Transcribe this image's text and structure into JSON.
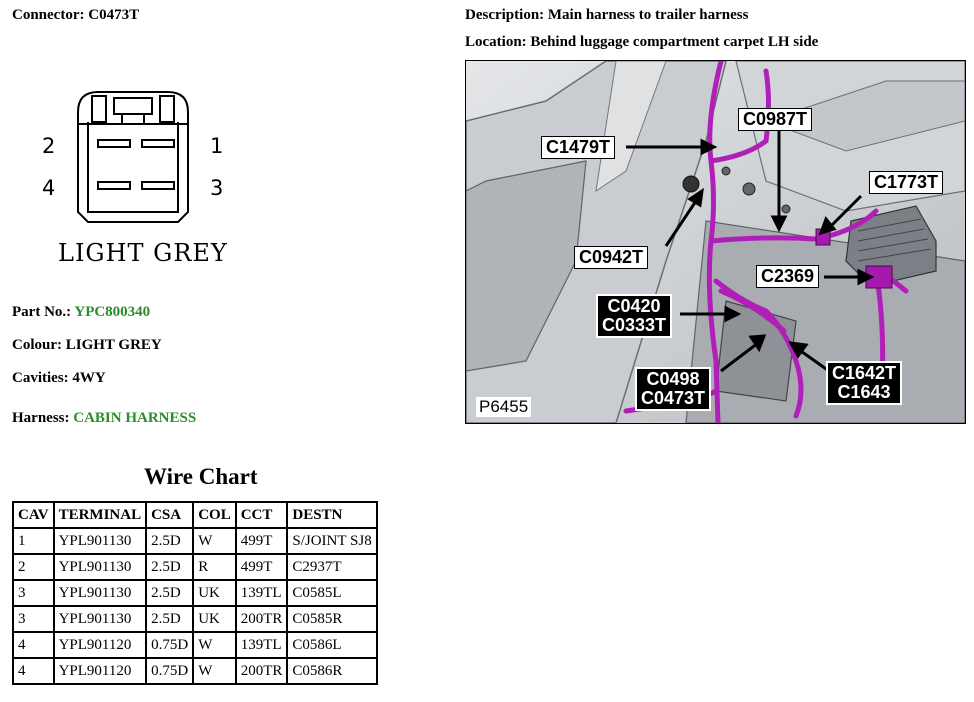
{
  "header": {
    "connector_label": "Connector: C0473T",
    "description_label": "Description: Main harness to trailer harness",
    "location_label": "Location: Behind luggage compartment carpet LH side"
  },
  "connector": {
    "cavities": [
      "1",
      "2",
      "3",
      "4"
    ],
    "colour_text": "LIGHT GREY"
  },
  "details": {
    "part_no_key": "Part No.:",
    "part_no_value": "YPC800340",
    "colour_key": "Colour:",
    "colour_value": "LIGHT GREY",
    "cavities_key": "Cavities:",
    "cavities_value": "4WY",
    "harness_key": "Harness:",
    "harness_value": "CABIN HARNESS",
    "highlight_color": "#2a8c2a"
  },
  "wire_chart": {
    "title": "Wire Chart",
    "headers": [
      "CAV",
      "TERMINAL",
      "CSA",
      "COL",
      "CCT",
      "DESTN"
    ],
    "rows": [
      [
        "1",
        "YPL901130",
        "2.5D",
        "W",
        "499T",
        "S/JOINT SJ8"
      ],
      [
        "2",
        "YPL901130",
        "2.5D",
        "R",
        "499T",
        "C2937T"
      ],
      [
        "3",
        "YPL901130",
        "2.5D",
        "UK",
        "139TL",
        "C0585L"
      ],
      [
        "3",
        "YPL901130",
        "2.5D",
        "UK",
        "200TR",
        "C0585R"
      ],
      [
        "4",
        "YPL901120",
        "0.75D",
        "W",
        "139TL",
        "C0586L"
      ],
      [
        "4",
        "YPL901120",
        "0.75D",
        "W",
        "200TR",
        "C0586R"
      ]
    ]
  },
  "location_image": {
    "figure_id": "P6455",
    "harness_color": "#b01fb8",
    "callouts": {
      "c1479t": "C1479T",
      "c0987t": "C0987T",
      "c1773t": "C1773T",
      "c0942t": "C0942T",
      "c2369": "C2369",
      "c0420": "C0420",
      "c0333t": "C0333T",
      "c0498": "C0498",
      "c0473t": "C0473T",
      "c1642t": "C1642T",
      "c1643": "C1643"
    }
  }
}
